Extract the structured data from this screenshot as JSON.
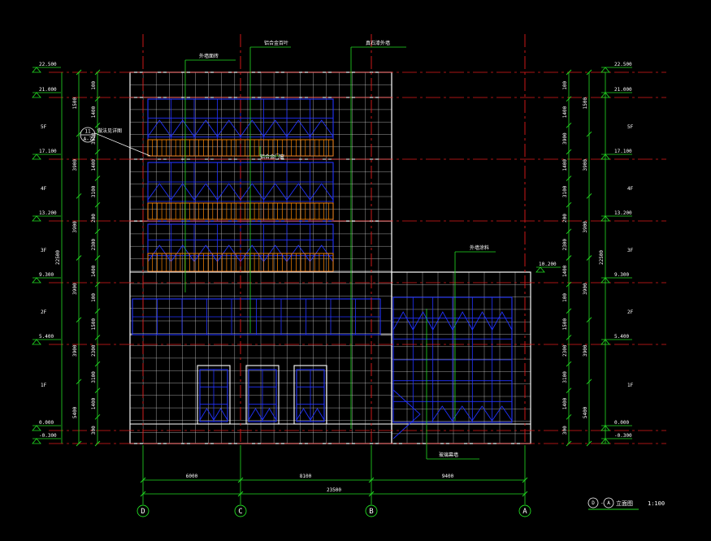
{
  "colors": {
    "bg": "#000000",
    "wall": "#ffffff",
    "grid": "#e8e8e8",
    "glass": "#2233ff",
    "axis": "#e01a1a",
    "dim": "#22dd22",
    "rail": "#ff8800",
    "text": "#ffffff"
  },
  "levels_left": [
    {
      "elev": "22.500",
      "floor": ""
    },
    {
      "elev": "21.000",
      "floor": "5F"
    },
    {
      "elev": "17.100",
      "floor": "4F"
    },
    {
      "elev": "13.200",
      "floor": "3F"
    },
    {
      "elev": "9.300",
      "floor": "2F"
    },
    {
      "elev": "5.400",
      "floor": "1F"
    },
    {
      "elev": "0.000",
      "floor": ""
    },
    {
      "elev": "-0.300",
      "floor": ""
    }
  ],
  "levels_right": [
    {
      "elev": "22.500",
      "floor": ""
    },
    {
      "elev": "21.000",
      "floor": "5F"
    },
    {
      "elev": "17.100",
      "floor": "4F"
    },
    {
      "elev": "13.200",
      "floor": "3F"
    },
    {
      "elev": "9.300",
      "floor": "2F"
    },
    {
      "elev": "5.400",
      "floor": "1F"
    },
    {
      "elev": "0.000",
      "floor": ""
    },
    {
      "elev": "-0.300",
      "floor": ""
    }
  ],
  "elev_mid": "10.200",
  "dims_total": "22500",
  "dims_outer": [
    "1500",
    "3900",
    "3900",
    "3900",
    "3900",
    "5400"
  ],
  "dims_inner": [
    "100",
    "1400",
    "3900",
    "1400",
    "3100",
    "200",
    "2300",
    "1400",
    "100",
    "1500",
    "2300",
    "3100",
    "1400",
    "300"
  ],
  "grid_axes": [
    "D",
    "C",
    "B",
    "A"
  ],
  "bay_dims": [
    "6000",
    "8100",
    "9400"
  ],
  "total_width": "23500",
  "callouts": [
    "外墙面砖",
    "铝合金百叶",
    "真石漆外墙",
    "外墙涂料",
    "玻璃幕墙",
    "铝合金门窗"
  ],
  "detail_tag": {
    "top": "11",
    "bottom": "A-7",
    "note": "做法见详图"
  },
  "title": {
    "from": "D",
    "to": "A",
    "name": "立面图",
    "scale": "1:100"
  }
}
